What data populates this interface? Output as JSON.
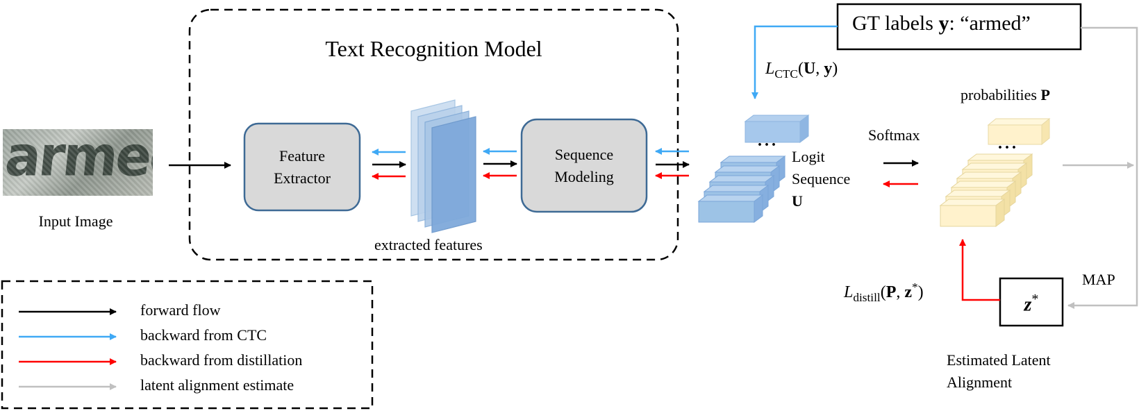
{
  "model_title": "Text Recognition Model",
  "input_image": {
    "label": "Input Image",
    "content_word": "armed"
  },
  "feature_extractor": {
    "line1": "Feature",
    "line2": "Extractor"
  },
  "sequence_modeling": {
    "line1": "Sequence",
    "line2": "Modeling"
  },
  "extracted_features_label": "extracted features",
  "logit": {
    "line1": "Logit",
    "line2": "Sequence",
    "symbol": "U",
    "ellipsis": "···"
  },
  "gt_labels": {
    "prefix": "GT labels ",
    "symbol": "y",
    "suffix": ": “armed”"
  },
  "ctc_loss": {
    "L": "L",
    "sub": "CTC",
    "args_open": "(",
    "U": "U",
    "comma": ", ",
    "y": "y",
    "args_close": ")"
  },
  "softmax_label": "Softmax",
  "probabilities": {
    "label": "probabilities ",
    "symbol": "P",
    "ellipsis": "···"
  },
  "distill_loss": {
    "L": "L",
    "sub": "distill",
    "args_open": "(",
    "P": "P",
    "comma": ", ",
    "z": "z",
    "star": "*",
    "args_close": ")"
  },
  "z_star": {
    "z": "z",
    "star": "*"
  },
  "map_label": "MAP",
  "estimated": {
    "line1": "Estimated Latent",
    "line2": "Alignment"
  },
  "legend": [
    {
      "label": "forward flow",
      "color": "#000000"
    },
    {
      "label": "backward from CTC",
      "color": "#3fa9f5"
    },
    {
      "label": "backward from distillation",
      "color": "#ff0000"
    },
    {
      "label": "latent alignment estimate",
      "color": "#c0c0c0"
    }
  ],
  "colors": {
    "forward": "#000000",
    "ctc": "#3fa9f5",
    "distill": "#ff0000",
    "latent": "#c0c0c0",
    "box_fill": "#d9d9d9",
    "box_stroke": "#3e6a95",
    "logit_fill": "#9dc3e6",
    "prob_fill": "#fff2cc"
  }
}
